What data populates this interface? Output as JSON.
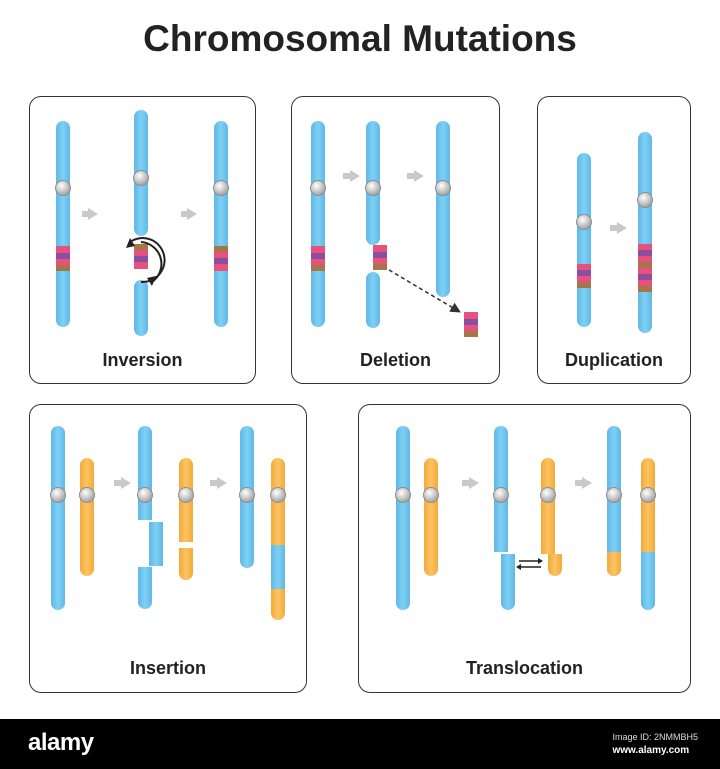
{
  "title": "Chromosomal Mutations",
  "panels": {
    "inversion": "Inversion",
    "deletion": "Deletion",
    "duplication": "Duplication",
    "insertion": "Insertion",
    "translocation": "Translocation"
  },
  "footer": {
    "logo": "alamy",
    "image_id": "Image ID: 2NMMBH5",
    "url": "www.alamy.com"
  },
  "colors": {
    "blue_chromosome": "#6cc3ec",
    "orange_chromosome": "#f8b547",
    "centromere": "#c8c8c8",
    "arrow": "#c9c9c9",
    "band_pink": "#e8507e",
    "band_purple": "#8a4fa0",
    "band_brown": "#a8754a"
  }
}
